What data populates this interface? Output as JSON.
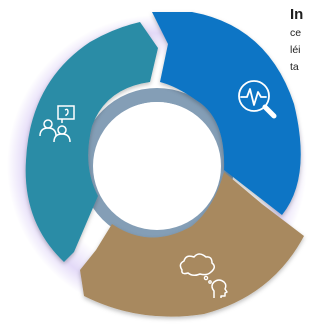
{
  "colors": {
    "segment_top_right": "#0a74c5",
    "segment_left": "#2a8ca6",
    "segment_bottom": "#a8895f",
    "inner_shadow": "#1f4f7a",
    "glow": "#cdbcf2",
    "icon_stroke": "#ffffff"
  },
  "segments": [
    {
      "name": "analytics",
      "icon": "magnifier-heartbeat-icon"
    },
    {
      "name": "reflection",
      "icon": "thought-bubble-head-icon"
    },
    {
      "name": "collaboration",
      "icon": "people-presentation-icon"
    }
  ],
  "callout": {
    "title": "In",
    "lines": [
      "ce",
      "léi",
      "ta"
    ]
  }
}
